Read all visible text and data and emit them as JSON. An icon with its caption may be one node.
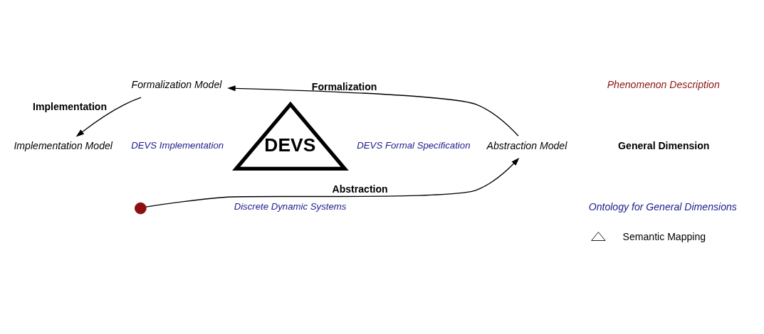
{
  "diagram": {
    "nodes": [
      {
        "text": [
          "Formalization Model"
        ]
      },
      {
        "text": [
          "Implementation Model"
        ]
      },
      {
        "text": [
          "Abstraction Model"
        ]
      },
      {
        "text": [],
        "shape": "circle"
      },
      {
        "text": [
          "DEVS"
        ],
        "beside": [
          "DEVS Implementation",
          "DEVS Formal Specification",
          "Discrete Dynamic Systems"
        ]
      }
    ],
    "edges": [
      {
        "from": 0,
        "to": 1,
        "arrow": "to",
        "label": "Implementation"
      },
      {
        "from": 3,
        "to": 2,
        "arrow": "to",
        "label": "Abstraction"
      },
      {
        "from": 2,
        "to": 0,
        "arrow": "to",
        "label": "Formalization"
      }
    ],
    "legend": [
      {
        "text": "Phenomenon Description",
        "color": "#8b1111"
      },
      {
        "text": "General Dimension",
        "color": "#000000"
      },
      {
        "text": "Ontology for General Dimensions",
        "color": "#1a1a8c"
      },
      {
        "text": "Semantic Mapping"
      }
    ]
  }
}
